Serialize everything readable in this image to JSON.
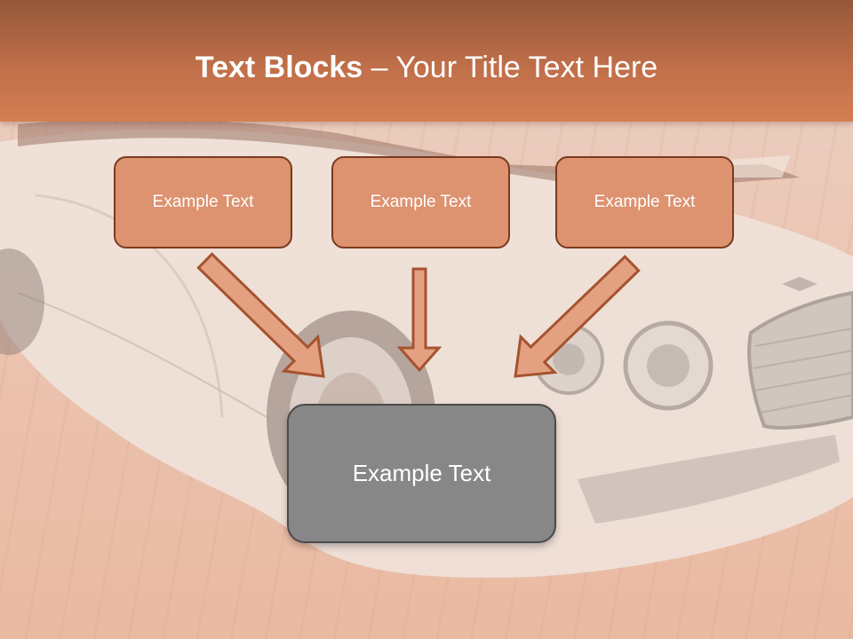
{
  "slide": {
    "title_bold": "Text Blocks",
    "title_rest": " – Your Title Text Here",
    "header_color": "#c97650",
    "block_fill": "#dd9270",
    "block_border": "#7a3a1e",
    "main_fill": "#878787"
  },
  "blocks": [
    {
      "label": "Example Text"
    },
    {
      "label": "Example Text"
    },
    {
      "label": "Example Text"
    }
  ],
  "main_block": {
    "label": "Example Text"
  },
  "icons": {
    "arrow": "down-arrow-icon"
  }
}
